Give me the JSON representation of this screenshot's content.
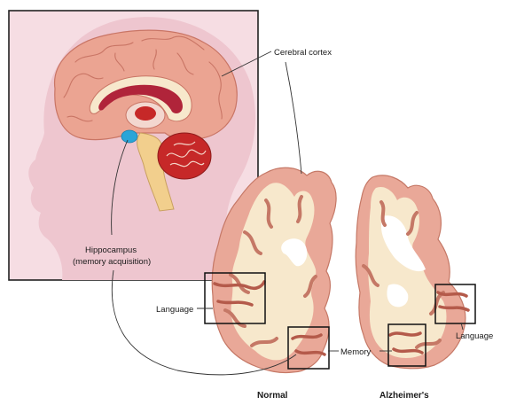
{
  "labels": {
    "cerebral_cortex": "Cerebral cortex",
    "hippocampus_line1": "Hippocampus",
    "hippocampus_line2": "(memory acquisition)",
    "language_left": "Language",
    "memory": "Memory",
    "language_right": "Language",
    "normal": "Normal",
    "alzheimers": "Alzheimer's"
  },
  "colors": {
    "panel_bg": "#f6dde3",
    "head_silhouette": "#eec6cf",
    "cortex": "#e9a898",
    "white_matter": "#f7e8cc",
    "cerebellum": "#c62828",
    "ventricle": "#b0243a",
    "hippocampus": "#29a5d8"
  }
}
